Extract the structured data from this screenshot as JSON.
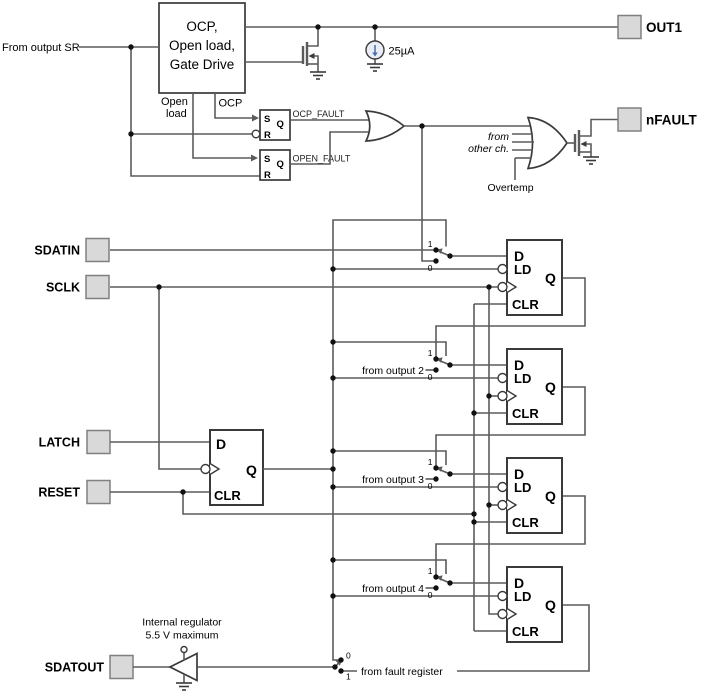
{
  "pins": {
    "out1": "OUT1",
    "nfault": "nFAULT",
    "sdatin": "SDATIN",
    "sclk": "SCLK",
    "latch": "LATCH",
    "reset": "RESET",
    "sdatout": "SDATOUT"
  },
  "block": {
    "l1": "OCP,",
    "l2": "Open load,",
    "l3": "Gate Drive"
  },
  "labels": {
    "from_output_sr": "From output SR",
    "open1": "Open",
    "open2": "load",
    "ocp": "OCP",
    "ocp_fault": "OCP_FAULT",
    "open_fault": "OPEN_FAULT",
    "bias_current": "25µA",
    "from_other1": "from",
    "from_other2": "other ch.",
    "overtemp": "Overtemp",
    "from_output2": "from output 2",
    "from_output3": "from output 3",
    "from_output4": "from output 4",
    "from_fault_register": "from fault register",
    "regulator1": "Internal regulator",
    "regulator2": "5.5 V maximum"
  },
  "flipflop": {
    "d": "D",
    "ld": "LD",
    "q": "Q",
    "clr": "CLR"
  },
  "srlatch": {
    "s": "S",
    "r": "R",
    "q": "Q"
  },
  "mux": {
    "one": "1",
    "zero": "0"
  },
  "colors": {
    "wire": "#5b5b5b",
    "outline": "#3a3a3a",
    "pin_fill": "#d9d9d9",
    "pin_stroke": "#808080",
    "arrow_blue": "#4a6da7"
  }
}
